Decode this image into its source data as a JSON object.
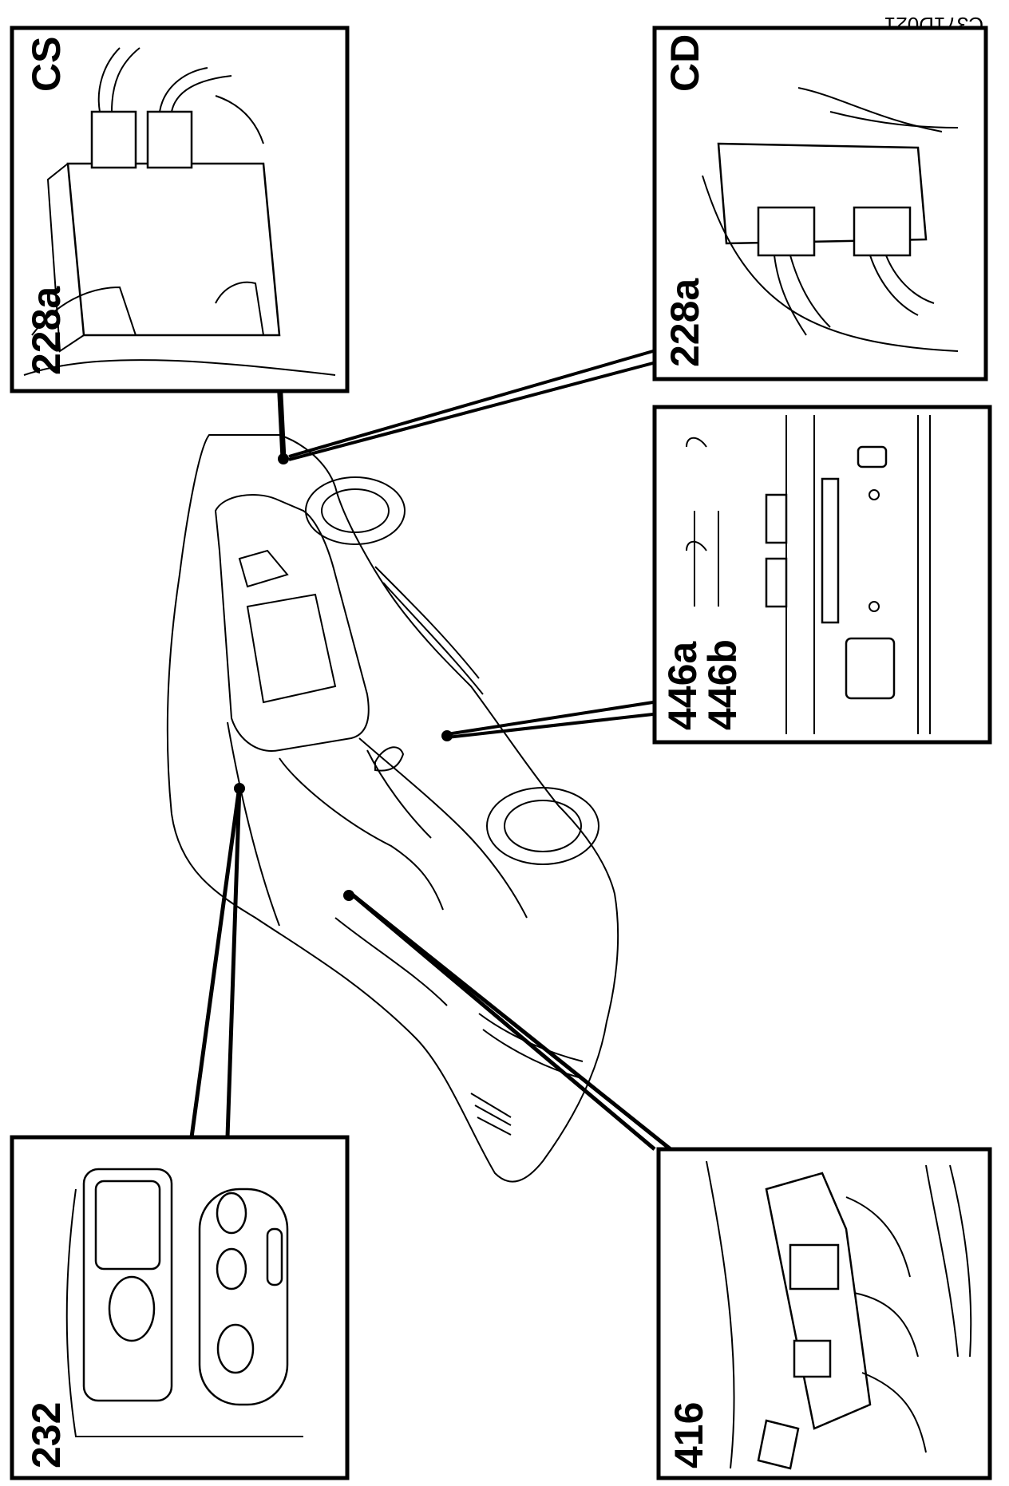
{
  "figure_code": "C371D021",
  "panels": {
    "cs": {
      "ref": "228a",
      "side": "CS"
    },
    "cd": {
      "ref": "228a",
      "side": "CD"
    },
    "p446": {
      "ref_a": "446a",
      "ref_b": "446b"
    },
    "p232": {
      "ref": "232"
    },
    "p416": {
      "ref": "416"
    }
  }
}
